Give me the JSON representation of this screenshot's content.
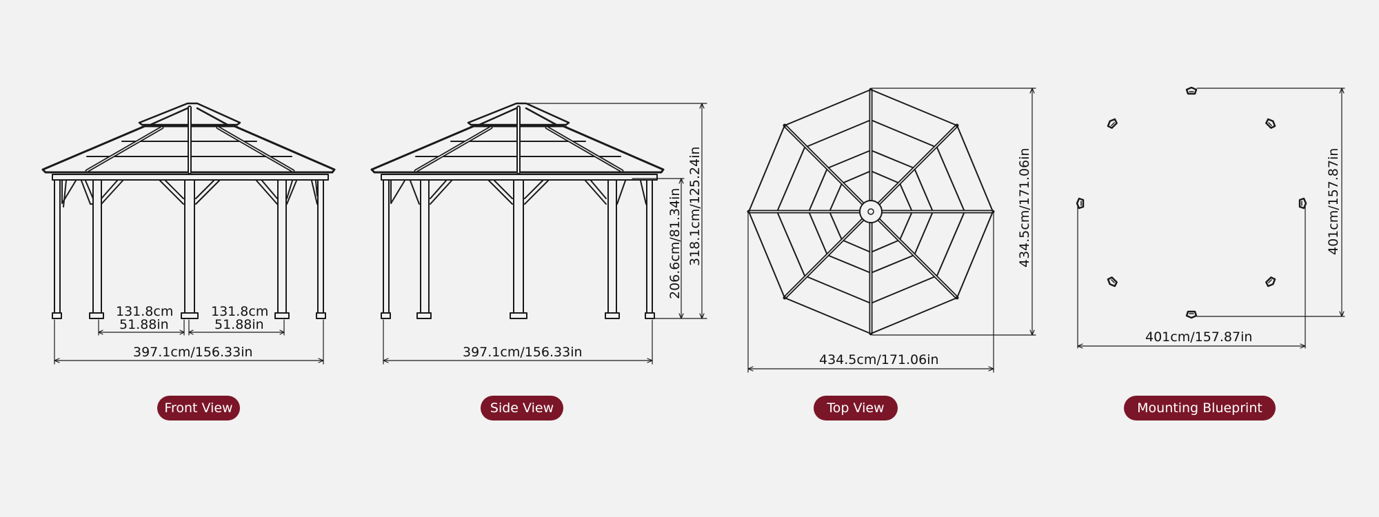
{
  "colors": {
    "background": "#f2f2f2",
    "line": "#1a1a1a",
    "label_pill": "#7a1628",
    "label_text": "#ffffff"
  },
  "views": [
    {
      "id": "front",
      "label": "Front View",
      "dimensions": {
        "left_span_cm": "131.8cm",
        "left_span_in": "51.88in",
        "right_span_cm": "131.8cm",
        "right_span_in": "51.88in",
        "total_width": "397.1cm/156.33in"
      }
    },
    {
      "id": "side",
      "label": "Side View",
      "dimensions": {
        "total_width": "397.1cm/156.33in",
        "post_height": "206.6cm/81.34in",
        "total_height": "318.1cm/125.24in"
      }
    },
    {
      "id": "top",
      "label": "Top View",
      "dimensions": {
        "width": "434.5cm/171.06in",
        "depth": "434.5cm/171.06in"
      }
    },
    {
      "id": "mounting",
      "label": "Mounting Blueprint",
      "dimensions": {
        "width": "401cm/157.87in",
        "depth": "401cm/157.87in"
      }
    }
  ]
}
